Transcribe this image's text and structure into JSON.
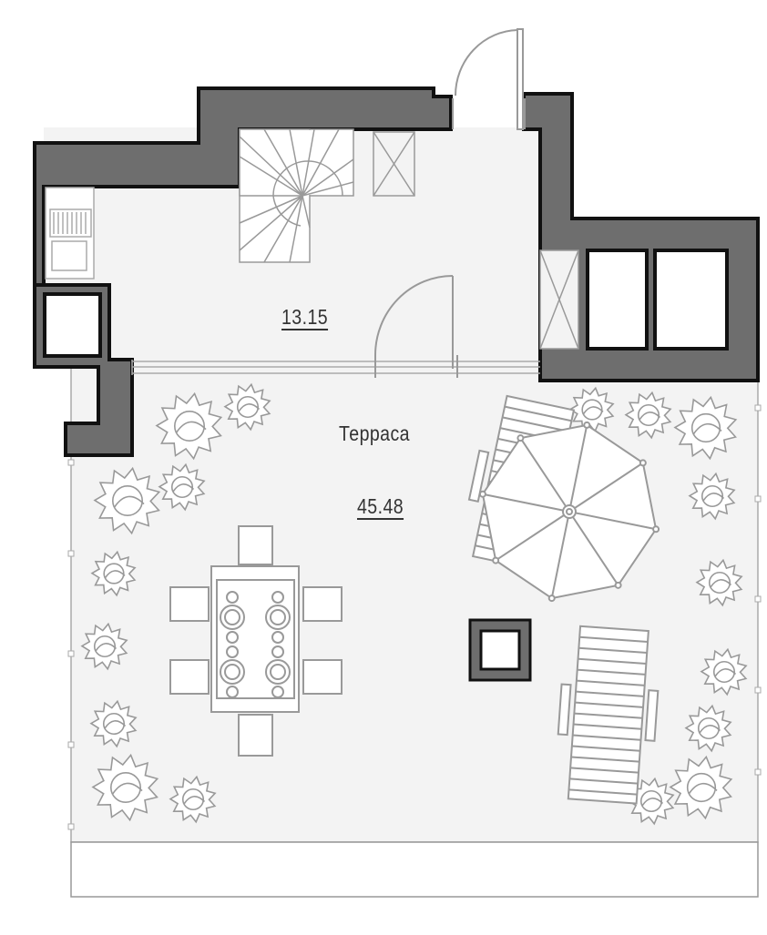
{
  "rooms": {
    "interior": {
      "area": "13.15"
    },
    "terrace": {
      "name": "Терраса",
      "area": "45.48"
    }
  },
  "colors": {
    "wall": "#6e6e6e",
    "floor": "#f3f3f3",
    "furniture": "#8c8c8c",
    "outline": "#111111"
  }
}
